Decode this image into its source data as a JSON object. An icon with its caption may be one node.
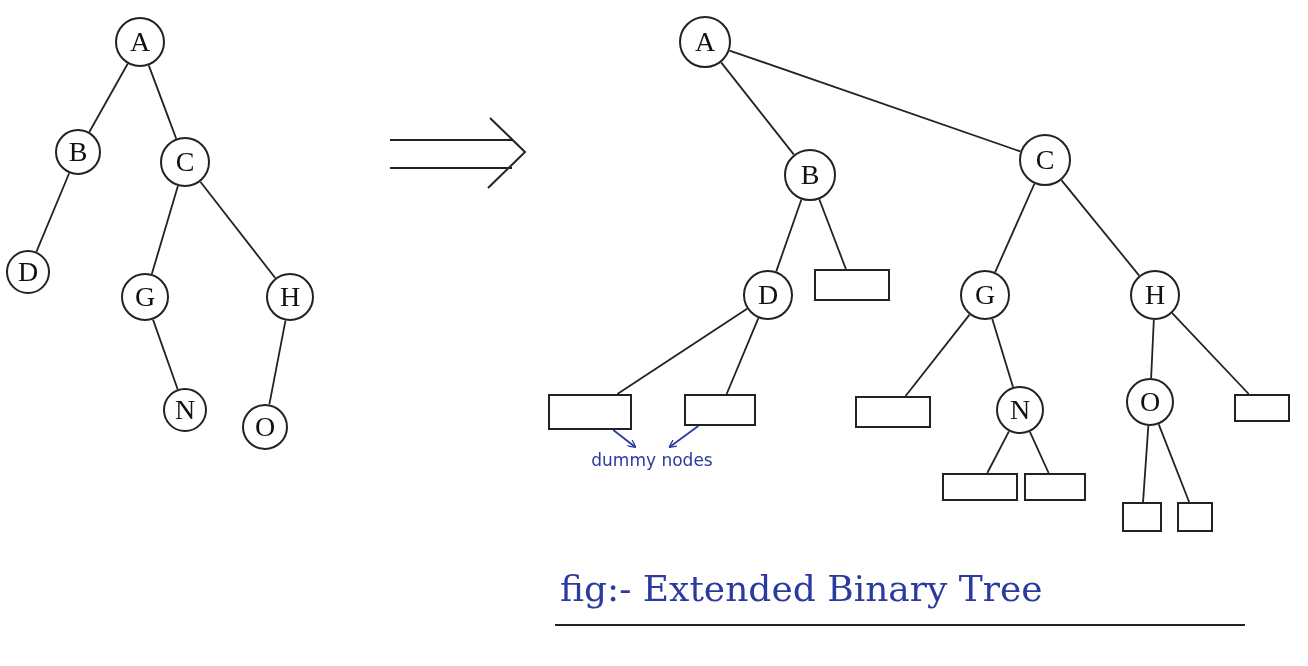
{
  "diagram": {
    "caption": "fig:- Extended Binary Tree",
    "nodes": [
      {
        "text": [
          "A"
        ]
      },
      {
        "text": [
          "B"
        ]
      },
      {
        "text": [
          "C"
        ]
      },
      {
        "text": [
          "D"
        ]
      },
      {
        "text": [
          "G"
        ]
      },
      {
        "text": [
          "H"
        ]
      },
      {
        "text": [
          "N"
        ]
      },
      {
        "text": [
          "O"
        ]
      },
      {
        "text": [
          "A"
        ]
      },
      {
        "text": [
          "B"
        ]
      },
      {
        "text": [
          "C"
        ]
      },
      {
        "text": [
          "D"
        ]
      },
      {
        "text": [],
        "shape": "box"
      },
      {
        "text": [
          "G"
        ]
      },
      {
        "text": [
          "H"
        ]
      },
      {
        "text": [],
        "shape": "box"
      },
      {
        "text": [],
        "shape": "box"
      },
      {
        "text": [],
        "shape": "box"
      },
      {
        "text": [
          "N"
        ]
      },
      {
        "text": [
          "O"
        ]
      },
      {
        "text": [],
        "shape": "box"
      },
      {
        "text": [],
        "shape": "box"
      },
      {
        "text": [],
        "shape": "box"
      },
      {
        "text": [],
        "shape": "box"
      },
      {
        "text": [],
        "shape": "box"
      },
      {
        "text": [
          "dummy nodes"
        ]
      }
    ],
    "edges": [
      {
        "from": 0,
        "to": 1,
        "arrow": "none"
      },
      {
        "from": 0,
        "to": 2,
        "arrow": "none"
      },
      {
        "from": 1,
        "to": 3,
        "arrow": "none"
      },
      {
        "from": 2,
        "to": 4,
        "arrow": "none"
      },
      {
        "from": 2,
        "to": 5,
        "arrow": "none"
      },
      {
        "from": 4,
        "to": 6,
        "arrow": "none"
      },
      {
        "from": 5,
        "to": 7,
        "arrow": "none"
      },
      {
        "from": 8,
        "to": 9,
        "arrow": "none"
      },
      {
        "from": 8,
        "to": 10,
        "arrow": "none"
      },
      {
        "from": 9,
        "to": 11,
        "arrow": "none"
      },
      {
        "from": 9,
        "to": 12,
        "arrow": "none"
      },
      {
        "from": 10,
        "to": 13,
        "arrow": "none"
      },
      {
        "from": 10,
        "to": 14,
        "arrow": "none"
      },
      {
        "from": 11,
        "to": 15,
        "arrow": "none"
      },
      {
        "from": 11,
        "to": 16,
        "arrow": "none"
      },
      {
        "from": 13,
        "to": 17,
        "arrow": "none"
      },
      {
        "from": 13,
        "to": 18,
        "arrow": "none"
      },
      {
        "from": 14,
        "to": 19,
        "arrow": "none"
      },
      {
        "from": 14,
        "to": 20,
        "arrow": "none"
      },
      {
        "from": 18,
        "to": 21,
        "arrow": "none"
      },
      {
        "from": 18,
        "to": 22,
        "arrow": "none"
      },
      {
        "from": 19,
        "to": 23,
        "arrow": "none"
      },
      {
        "from": 19,
        "to": 24,
        "arrow": "none"
      },
      {
        "from": 15,
        "to": 25,
        "arrow": "to",
        "color": "#2b3a9e"
      },
      {
        "from": 16,
        "to": 25,
        "arrow": "to",
        "color": "#2b3a9e"
      }
    ]
  }
}
